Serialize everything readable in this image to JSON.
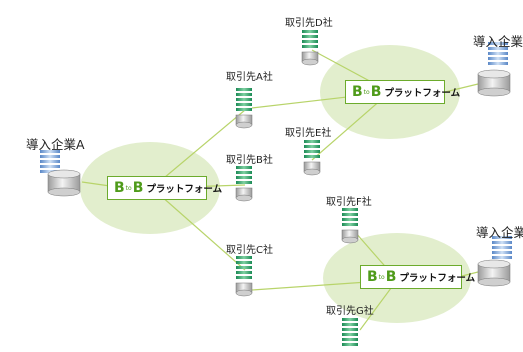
{
  "companies": {
    "a": "導入企業A",
    "top_right": "導入企業",
    "bottom_right": "導入企業"
  },
  "partners": {
    "a": "取引先A社",
    "b": "取引先B社",
    "c": "取引先C社",
    "d": "取引先D社",
    "e": "取引先E社",
    "f": "取引先F社",
    "g": "取引先G社"
  },
  "platform": {
    "b1": "B",
    "to": "to",
    "b2": "B",
    "label": "プラットフォーム"
  },
  "colors": {
    "hub_fill": "#e2eecd",
    "line": "#b8d46a",
    "accent": "#4f9b1a"
  }
}
